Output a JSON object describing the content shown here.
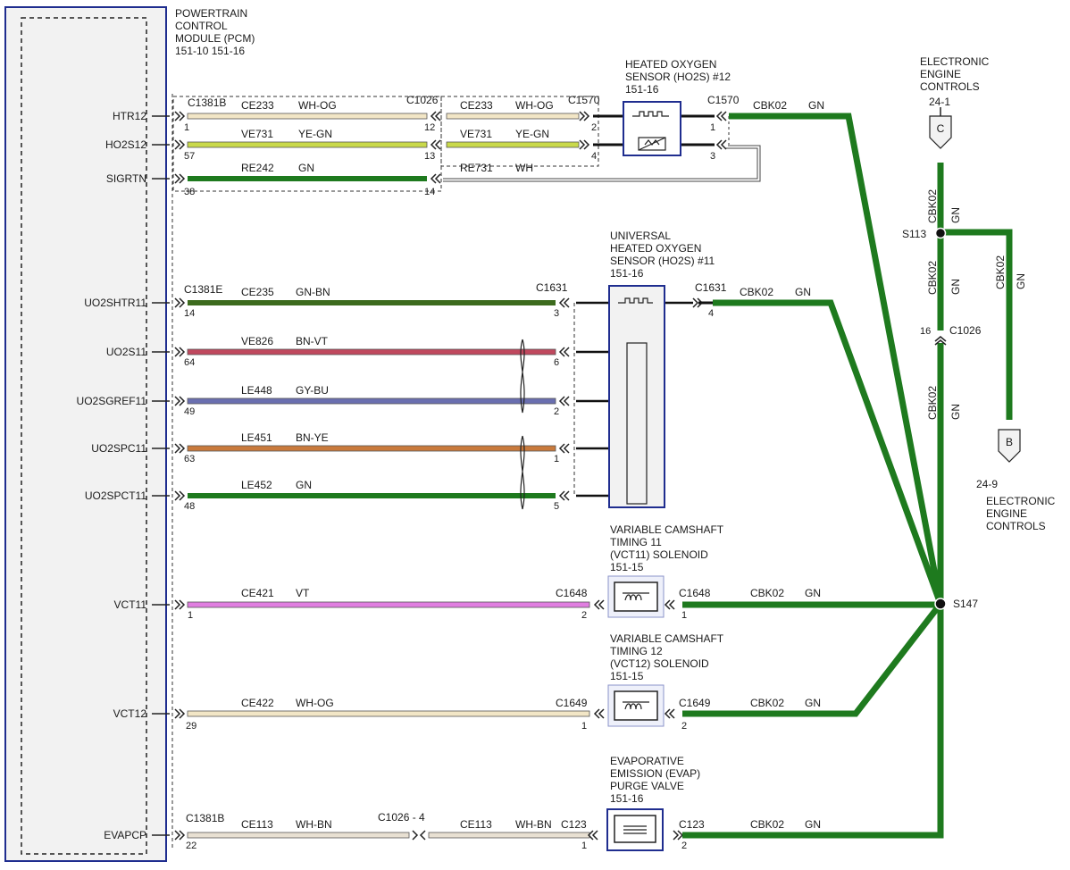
{
  "pcm": {
    "title_lines": [
      "POWERTRAIN",
      "CONTROL",
      "MODULE (PCM)",
      "151-10  151-16"
    ],
    "pins": [
      "HTR12",
      "HO2S12",
      "SIGRTN",
      "UO2SHTR11",
      "UO2S11",
      "UO2SGREF11",
      "UO2SPC11",
      "UO2SPCT11",
      "VCT11",
      "VCT12",
      "EVAPCP"
    ]
  },
  "components": {
    "ho2s12": {
      "title_lines": [
        "HEATED OXYGEN",
        "SENSOR (HO2S) #12",
        "151-16"
      ]
    },
    "uho2s11": {
      "title_lines": [
        "UNIVERSAL",
        "HEATED OXYGEN",
        "SENSOR (HO2S) #11",
        "151-16"
      ]
    },
    "vct11": {
      "title_lines": [
        "VARIABLE CAMSHAFT",
        "TIMING 11",
        "(VCT11) SOLENOID",
        "151-15"
      ]
    },
    "vct12": {
      "title_lines": [
        "VARIABLE CAMSHAFT",
        "TIMING 12",
        "(VCT12) SOLENOID",
        "151-15"
      ]
    },
    "evap": {
      "title_lines": [
        "EVAPORATIVE",
        "EMISSION (EVAP)",
        "PURGE VALVE",
        "151-16"
      ]
    }
  },
  "offpage": {
    "c": {
      "letter": "C",
      "ref": "24-1",
      "title_lines": [
        "ELECTRONIC",
        "ENGINE",
        "CONTROLS"
      ]
    },
    "b": {
      "letter": "B",
      "ref": "24-9",
      "title_lines": [
        "ELECTRONIC",
        "ENGINE",
        "CONTROLS"
      ]
    }
  },
  "splices": {
    "s113": "S113",
    "s147": "S147"
  },
  "colors": {
    "GN": "#1e7a1e",
    "WH-OG": "#f2e6c6",
    "YE-GN": "#c9d94a",
    "GN-BN": "#3d6b1e",
    "BN-VT": "#c0485e",
    "GY-BU": "#6a6fb0",
    "BN-YE": "#c97a3c",
    "VT": "#e07ee0",
    "WH-BN": "#e8e0d2",
    "WH": "#ffffff",
    "frame": "#1f2d8f"
  },
  "labels": {
    "c1381b": "C1381B",
    "c1381e": "C1381E",
    "c1026": "C1026",
    "c1570": "C1570",
    "c1631": "C1631",
    "c1648": "C1648",
    "c1649": "C1649",
    "c123": "C123",
    "c1026_4": "C1026  -  4",
    "p1": "1",
    "p57": "57",
    "p38": "38",
    "p12": "12",
    "p13": "13",
    "p14": "14",
    "p2": "2",
    "p4": "4",
    "p3": "3",
    "p14b": "14",
    "p64": "64",
    "p6": "6",
    "p49": "49",
    "p63": "63",
    "p48": "48",
    "p5": "5",
    "p29": "29",
    "p22": "22",
    "p16": "16",
    "ce233": "CE233",
    "ve731": "VE731",
    "re242": "RE242",
    "re731": "RE731",
    "ce235": "CE235",
    "ve826": "VE826",
    "le448": "LE448",
    "le451": "LE451",
    "le452": "LE452",
    "ce421": "CE421",
    "ce422": "CE422",
    "ce113": "CE113",
    "cbk02": "CBK02",
    "wh_og": "WH-OG",
    "ye_gn": "YE-GN",
    "gn": "GN",
    "wh": "WH",
    "gn_bn": "GN-BN",
    "bn_vt": "BN-VT",
    "gy_bu": "GY-BU",
    "bn_ye": "BN-YE",
    "vt": "VT",
    "wh_bn": "WH-BN"
  }
}
